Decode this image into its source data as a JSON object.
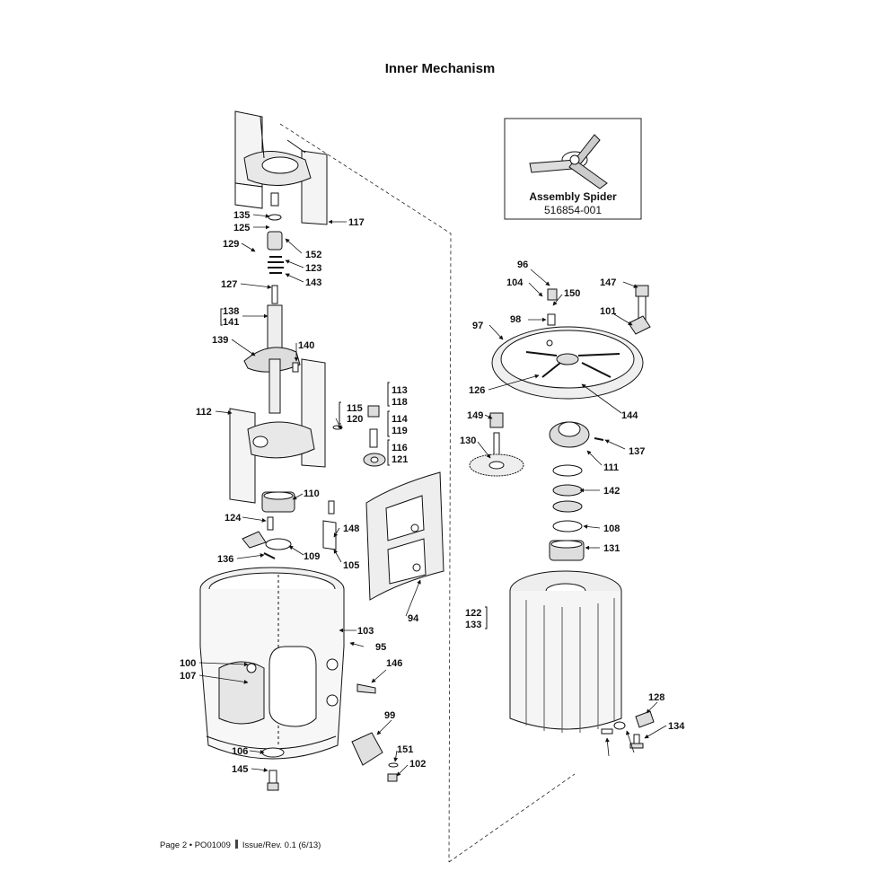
{
  "page_title": "Inner Mechanism",
  "inset": {
    "title": "Assembly Spider",
    "part_number": "516854-001"
  },
  "footer": {
    "page": "Page 2 • PO01009",
    "issue": "Issue/Rev. 0.1 (6/13)"
  },
  "callouts": [
    "117",
    "135",
    "125",
    "129",
    "152",
    "123",
    "143",
    "127",
    "138",
    "141",
    "139",
    "140",
    "112",
    "115",
    "120",
    "113",
    "118",
    "114",
    "119",
    "116",
    "121",
    "110",
    "124",
    "148",
    "136",
    "109",
    "105",
    "94",
    "103",
    "95",
    "100",
    "107",
    "146",
    "99",
    "106",
    "145",
    "151",
    "102",
    "96",
    "104",
    "150",
    "147",
    "98",
    "101",
    "97",
    "126",
    "144",
    "137",
    "149",
    "130",
    "111",
    "142",
    "108",
    "131",
    "122",
    "133",
    "128",
    "134"
  ]
}
